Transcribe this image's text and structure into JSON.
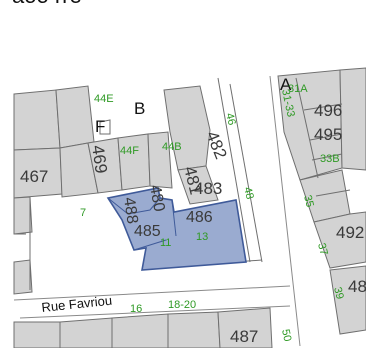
{
  "map": {
    "top_fragment": "aoo rre",
    "street_name": "Rue Favriou",
    "colors": {
      "parcel_fill": "#d3d3d3",
      "parcel_stroke": "#6f6f6f",
      "highlight_fill": "#9aabd0",
      "highlight_stroke": "#3f5a99",
      "house_number": "#2f9a25"
    },
    "plot_numbers": {
      "p467": "467",
      "p469": "469",
      "p482": "482",
      "p481": "481",
      "p480": "480",
      "p485": "485",
      "p486": "486",
      "p483": "483",
      "p488": "488",
      "p496": "496",
      "p495": "495",
      "p492": "492",
      "p48x": "48",
      "p487": "487"
    },
    "letters": {
      "F": "F",
      "B": "B",
      "A": "A"
    },
    "house_numbers": {
      "n44E": "44E",
      "n44F": "44F",
      "n44B": "44B",
      "n46": "46",
      "n48": "48",
      "n7": "7",
      "n11": "11",
      "n13": "13",
      "n16": "16",
      "n18_20": "18-20",
      "n50": "50",
      "n31A": "31A",
      "n31_33": "31-33",
      "n33B": "33B",
      "n35": "35",
      "n37": "37",
      "n39": "39"
    }
  }
}
